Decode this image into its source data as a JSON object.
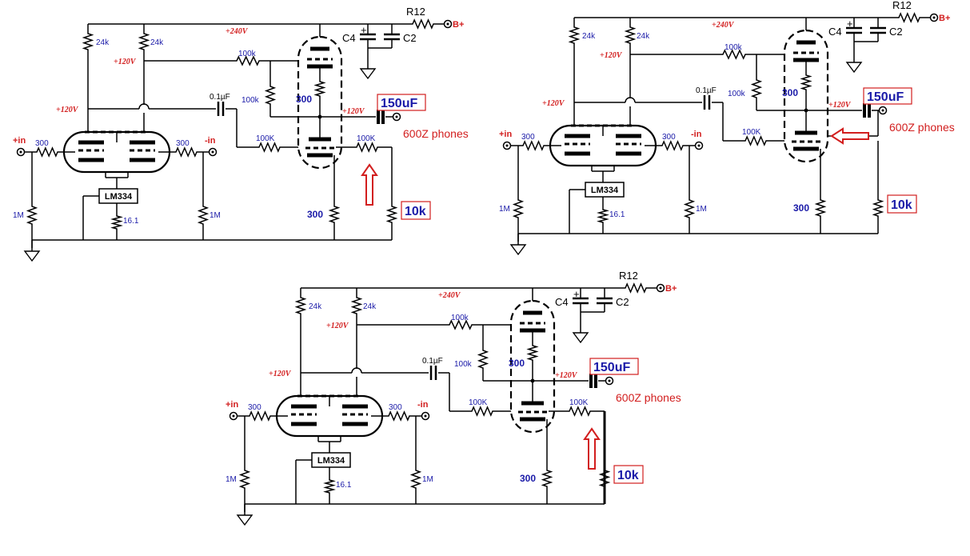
{
  "labels": {
    "r24k": "24k",
    "r100k": "100k",
    "r100K": "100K",
    "r300": "300",
    "r1M": "1M",
    "r16_1": "16.1",
    "c01uF": "0.1µF",
    "lm334": "LM334",
    "in_plus": "+in",
    "in_minus": "-in",
    "v240": "+240V",
    "v120": "+120V",
    "r12": "R12",
    "bplus": "B+",
    "c4": "C4",
    "c2": "C2",
    "c150uF": "150uF",
    "r10k": "10k",
    "phones": "600Z phones",
    "plus": "+"
  },
  "colors": {
    "component_label": "#1a1aa8",
    "voltage_label": "#d21e1e",
    "highlight_arrow": "#d21e1e"
  },
  "variants": [
    {
      "name": "circuit-top-left",
      "highlight": "arrow-up-at-100K-feedback-resistor"
    },
    {
      "name": "circuit-top-right",
      "highlight": "arrow-left-at-output-tube-grid"
    },
    {
      "name": "circuit-bottom",
      "highlight": "arrow-up-at-100K-resistor-with-heavy-ground-bus"
    }
  ]
}
